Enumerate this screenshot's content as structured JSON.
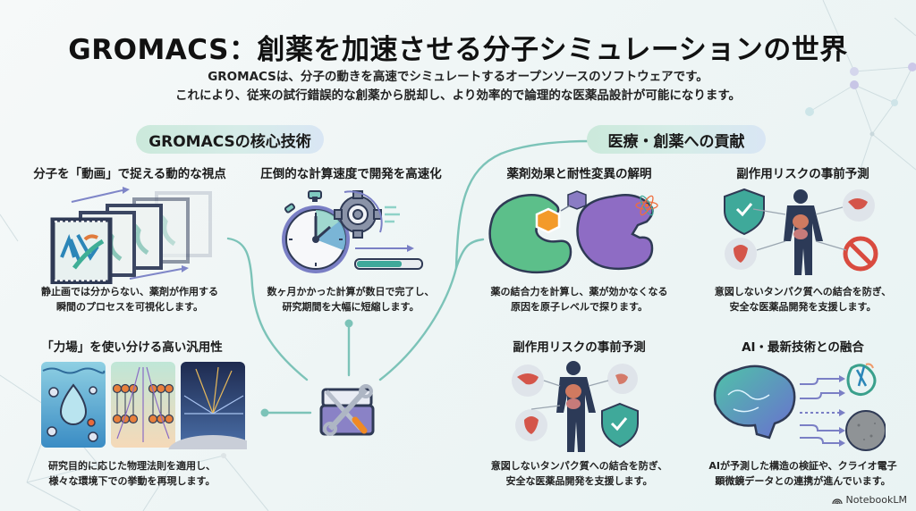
{
  "header": {
    "title": "GROMACS：創薬を加速させる分子シミュレーションの世界",
    "subtitle_line1": "GROMACSは、分子の動きを高速でシミュレートするオープンソースのソフトウェアです。",
    "subtitle_line2": "これにより、従来の試行錯誤的な創薬から脱却し、より効率的で論理的な医薬品設計が可能になります。"
  },
  "left_section": {
    "label": "GROMACSの核心技術",
    "cards": [
      {
        "title": "分子を「動画」で捉える動的な視点",
        "desc_line1": "静止画では分からない、薬剤が作用する",
        "desc_line2": "瞬間のプロセスを可視化します。",
        "icon": "film-strip-molecule-icon"
      },
      {
        "title": "圧倒的な計算速度で開発を高速化",
        "desc_line1": "数ヶ月かかった計算が数日で完了し、",
        "desc_line2": "研究期間を大幅に短縮します。",
        "icon": "stopwatch-gear-icon"
      },
      {
        "title": "「力場」を使い分ける高い汎用性",
        "desc_line1": "研究目的に応じた物理法則を適用し、",
        "desc_line2": "様々な環境下での挙動を再現します。",
        "icon": "force-field-panels-icon"
      }
    ],
    "hub_icon": "toolbox-icon"
  },
  "right_section": {
    "label": "医療・創薬への貢献",
    "cards": [
      {
        "title": "薬剤効果と耐性変異の解明",
        "desc_line1": "薬の結合力を計算し、薬が効かなくなる",
        "desc_line2": "原因を原子レベルで探ります。",
        "icon": "protein-binding-icon"
      },
      {
        "title": "副作用リスクの事前予測",
        "desc_line1": "意図しないタンパク質への結合を防ぎ、",
        "desc_line2": "安全な医薬品開発を支援します。",
        "icon": "human-body-organs-icon"
      },
      {
        "title": "副作用リスクの事前予測",
        "desc_line1": "意図しないタンパク質への結合を防ぎ、",
        "desc_line2": "安全な医薬品開発を支援します。",
        "icon": "human-body-organs-icon"
      },
      {
        "title": "AI・最新技術との融合",
        "desc_line1": "AIが予測した構造の検証や、クライオ電子",
        "desc_line2": "顕微鏡データとの連携が進んでいます。",
        "icon": "brain-ai-icon"
      }
    ]
  },
  "footer": {
    "brand": "NotebookLM"
  },
  "colors": {
    "connector": "#7cc3b8",
    "pill_start": "#cbe9db",
    "pill_end": "#d9e6f4",
    "navy": "#2c3a57",
    "purple": "#8a7cc4",
    "teal": "#3fa99a"
  }
}
